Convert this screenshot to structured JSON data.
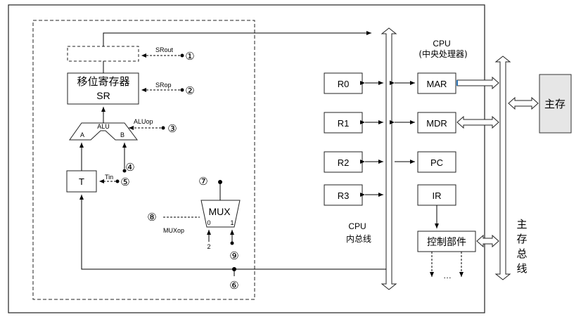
{
  "cpu": {
    "title": "CPU",
    "subtitle": "(中央处理器)"
  },
  "internal_bus": {
    "label_line1": "CPU",
    "label_line2": "内总线"
  },
  "main_bus": {
    "label_chars": [
      "主",
      "存",
      "总",
      "线"
    ]
  },
  "memory": {
    "label": "主存"
  },
  "registers": [
    "R0",
    "R1",
    "R2",
    "R3"
  ],
  "cpu_parts": {
    "mar": "MAR",
    "mdr": "MDR",
    "pc": "PC",
    "ir": "IR",
    "control_unit": "控制部件",
    "ellipsis": "…"
  },
  "datapath": {
    "shift_register_line1": "移位寄存器",
    "shift_register_line2": "SR",
    "alu": "ALU",
    "alu_input_a": "A",
    "alu_input_b": "B",
    "temp_register": "T",
    "mux": "MUX",
    "mux_input_0": "0",
    "mux_input_1": "1",
    "mux_constant": "2"
  },
  "control_signals": {
    "srout": "SRout",
    "srop": "SRop",
    "aluop": "ALUop",
    "tin": "Tin",
    "muxop": "MUXop"
  },
  "markers": {
    "m1": "①",
    "m2": "②",
    "m3": "③",
    "m4": "④",
    "m5": "⑤",
    "m6": "⑥",
    "m7": "⑦",
    "m8": "⑧",
    "m9": "⑨"
  }
}
